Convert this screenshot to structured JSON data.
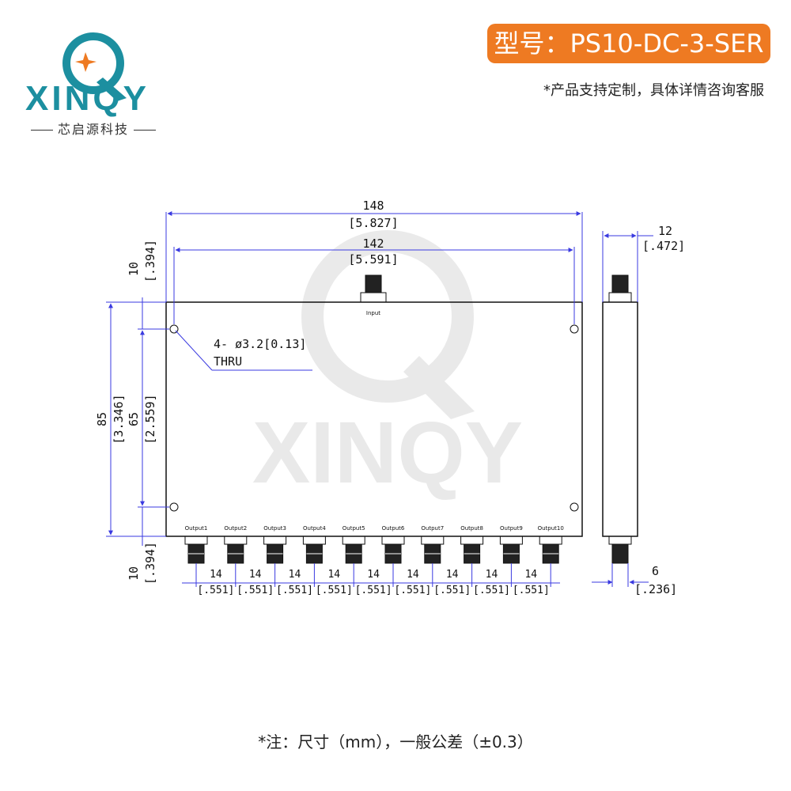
{
  "brand": {
    "name": "XINQY",
    "subtitle": "芯启源科技",
    "watermark": "XINQY"
  },
  "header": {
    "model": "型号：PS10-DC-3-SER",
    "custom_note": "*产品支持定制，具体详情咨询客服"
  },
  "drawing": {
    "top_dims": {
      "overall_mm": "148",
      "overall_in": "[5.827]",
      "holes_mm": "142",
      "holes_in": "[5.591]"
    },
    "side_view": {
      "width_mm": "12",
      "width_in": "[.472]",
      "conn_mm": "6",
      "conn_in": "[.236]"
    },
    "height": {
      "overall_mm": "85",
      "overall_in": "[3.346]",
      "holes_mm": "65",
      "holes_in": "[2.559]"
    },
    "edge_offset": {
      "top_mm": "10",
      "top_in": "[.394]",
      "bottom_mm": "10",
      "bottom_in": "[.394]"
    },
    "hole_callout": {
      "line1": "4- ø3.2[0.13]",
      "line2": "THRU"
    },
    "input_label": "Input",
    "output_labels": [
      "Output1",
      "Output2",
      "Output3",
      "Output4",
      "Output5",
      "Output6",
      "Output7",
      "Output8",
      "Output9",
      "Output10"
    ],
    "pitch_mm": "14",
    "pitch_in": "[.551]"
  },
  "footer": {
    "note": "*注：尺寸（mm），一般公差（±0.3）"
  },
  "colors": {
    "accent": "#ee7a22",
    "brand_teal": "#1c8fa0",
    "dimension_line": "#3a3ae0"
  }
}
